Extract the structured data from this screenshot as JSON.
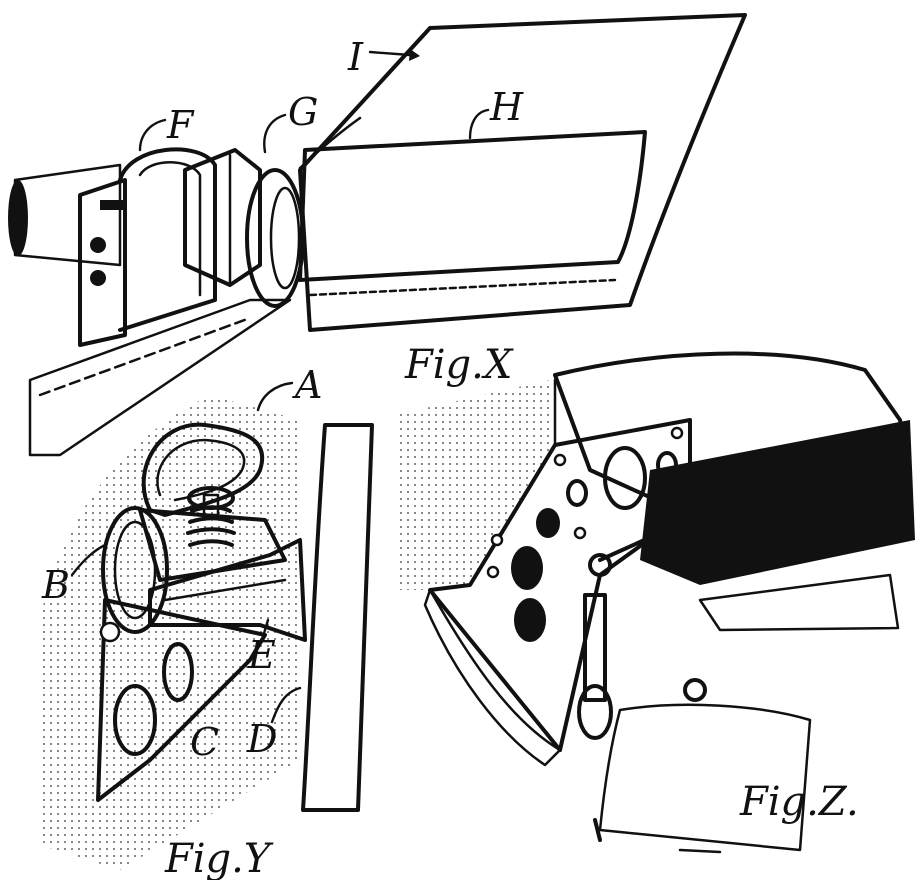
{
  "figures": {
    "x": {
      "caption": "Fig.X",
      "labels": {
        "f": "F",
        "g": "G",
        "h": "H",
        "i": "I"
      }
    },
    "y": {
      "caption": "Fig.Y",
      "labels": {
        "a": "A",
        "b": "B",
        "c": "C",
        "d": "D",
        "e": "E"
      }
    },
    "z": {
      "caption": "Fig.Z."
    }
  }
}
